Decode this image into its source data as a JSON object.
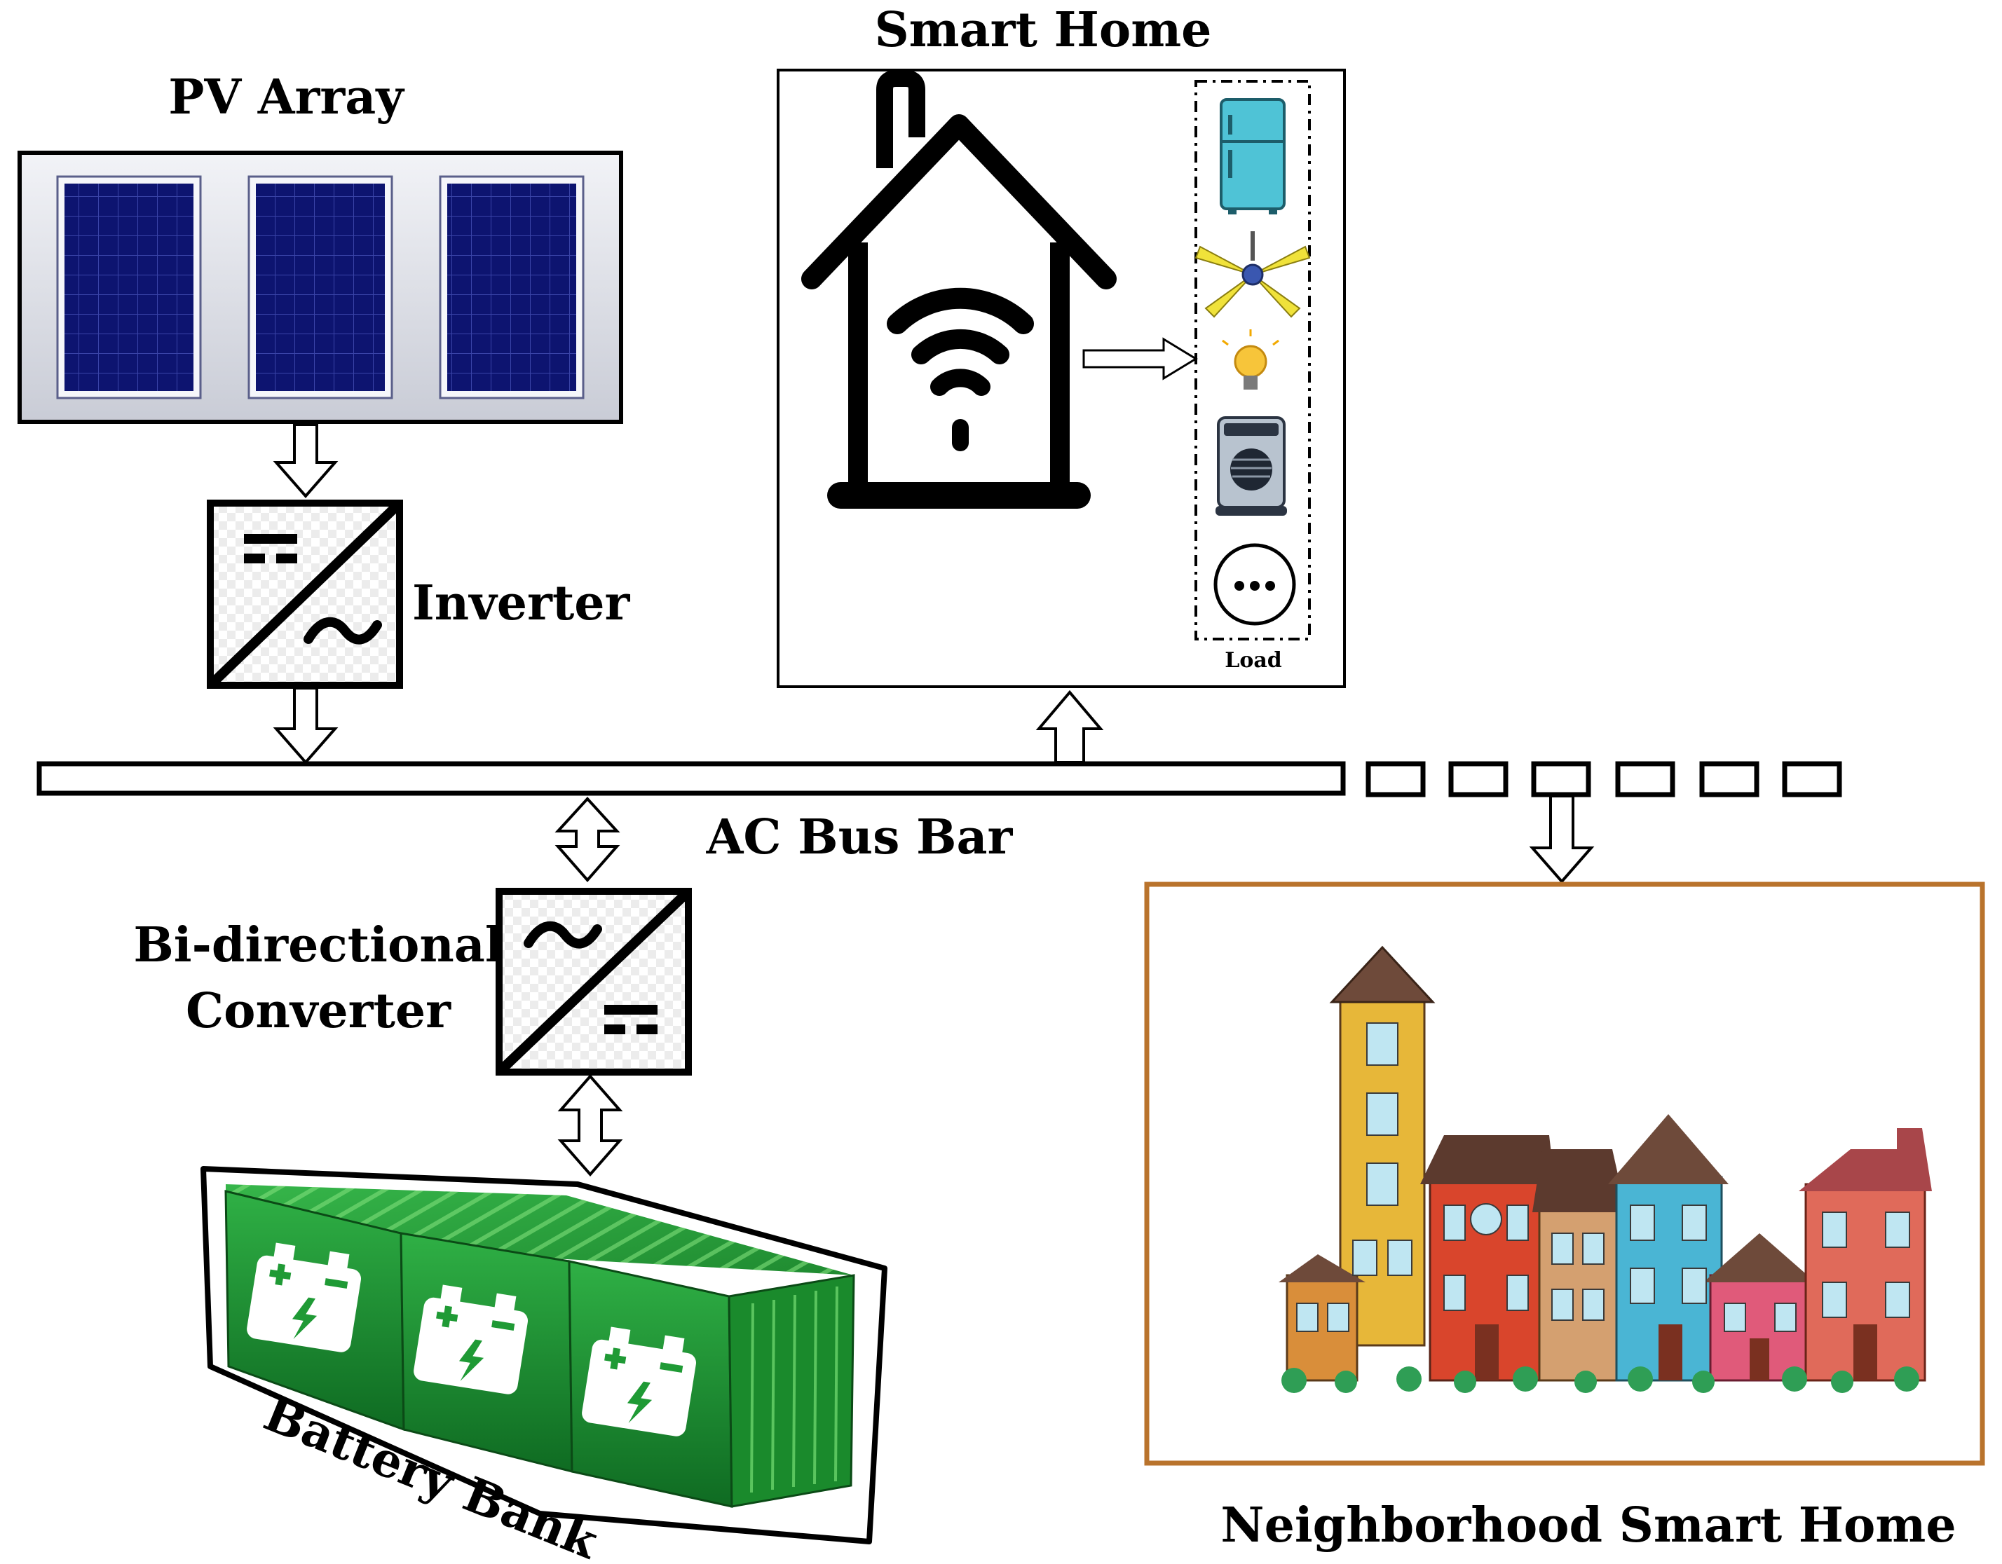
{
  "labels": {
    "pv_array": "PV Array",
    "smart_home": "Smart Home",
    "inverter": "Inverter",
    "load": "Load",
    "ac_bus_bar": "AC Bus Bar",
    "bidirectional_line1": "Bi-directional",
    "bidirectional_line2": "Converter",
    "battery_bank": "Battery Bank",
    "neighborhood": "Neighborhood Smart Home"
  },
  "colors": {
    "solar_panel": "#0d1470",
    "solar_frame": "#d9dce4",
    "battery_green": "#1f9a35",
    "battery_light": "#5fd16a",
    "neighborhood_border": "#b9732c",
    "fridge": "#4fc3d6",
    "fan_blade": "#f0e23a"
  },
  "icons": {
    "inverter": "dc-to-ac-converter-icon",
    "converter": "ac-to-dc-converter-icon",
    "house": "smart-home-wifi-icon",
    "loads": [
      "refrigerator-icon",
      "ceiling-fan-icon",
      "light-bulb-icon",
      "air-cooler-icon",
      "more-icon"
    ],
    "battery": "battery-icon"
  }
}
